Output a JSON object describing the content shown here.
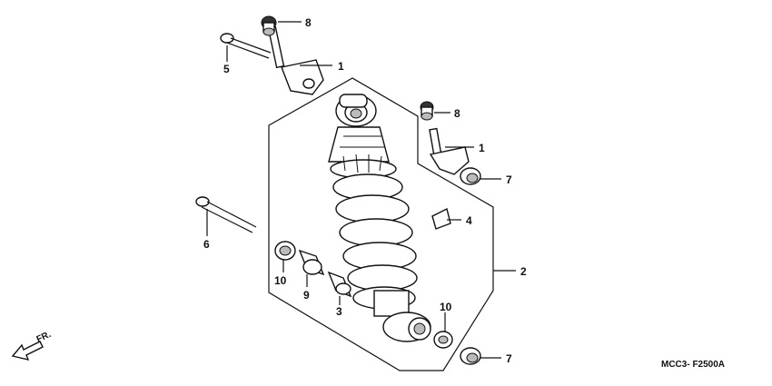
{
  "diagram": {
    "callouts": [
      {
        "id": "c1a",
        "label": "1"
      },
      {
        "id": "c1b",
        "label": "1"
      },
      {
        "id": "c2",
        "label": "2"
      },
      {
        "id": "c3",
        "label": "3"
      },
      {
        "id": "c4",
        "label": "4"
      },
      {
        "id": "c5",
        "label": "5"
      },
      {
        "id": "c6",
        "label": "6"
      },
      {
        "id": "c7a",
        "label": "7"
      },
      {
        "id": "c7b",
        "label": "7"
      },
      {
        "id": "c8a",
        "label": "8"
      },
      {
        "id": "c8b",
        "label": "8"
      },
      {
        "id": "c9",
        "label": "9"
      },
      {
        "id": "c10a",
        "label": "10"
      },
      {
        "id": "c10b",
        "label": "10"
      }
    ],
    "fr_label": "FR.",
    "code": "MCC3- F2500A"
  }
}
